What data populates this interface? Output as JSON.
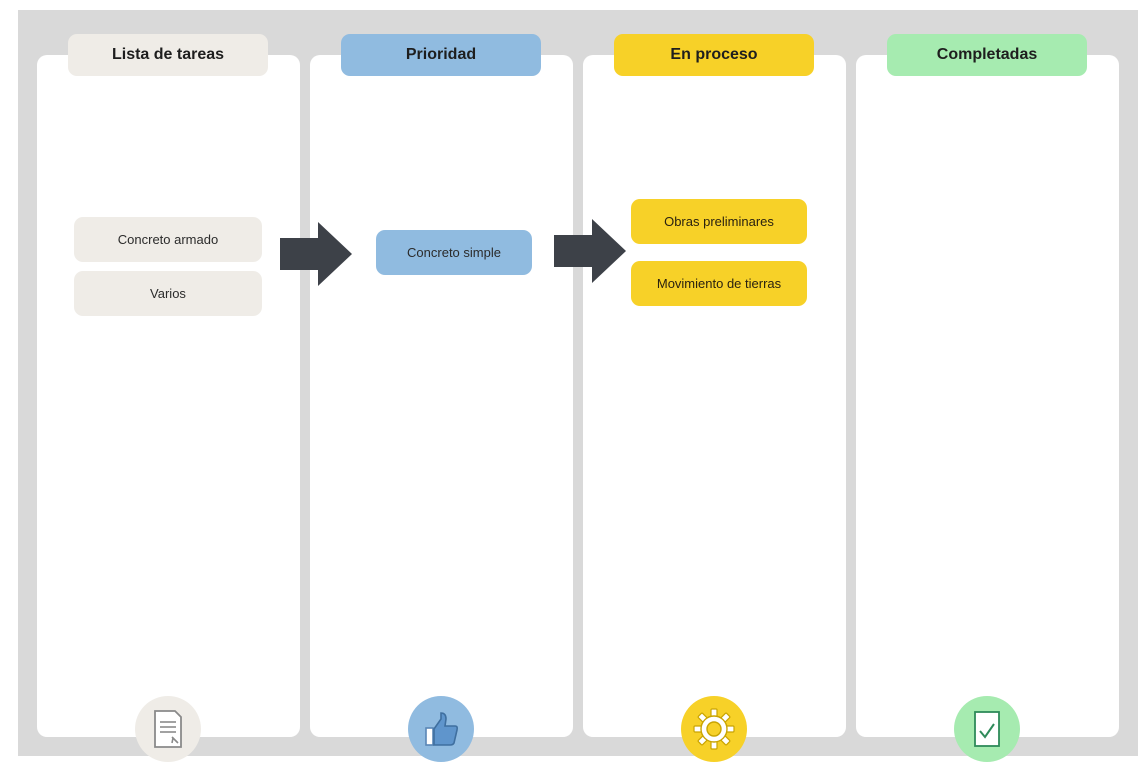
{
  "columns": [
    {
      "title": "Lista de tareas",
      "icon": "document-icon",
      "color": "#efece7",
      "cards": [
        "Concreto armado",
        "Varios"
      ]
    },
    {
      "title": "Prioridad",
      "icon": "thumbs-up-icon",
      "color": "#90bbe0",
      "cards": [
        "Concreto simple"
      ]
    },
    {
      "title": "En proceso",
      "icon": "gear-icon",
      "color": "#f7d128",
      "cards": [
        "Obras preliminares",
        "Movimiento de tierras"
      ]
    },
    {
      "title": "Completadas",
      "icon": "checklist-icon",
      "color": "#a6ebb0",
      "cards": []
    }
  ],
  "arrow_color": "#3d4148"
}
